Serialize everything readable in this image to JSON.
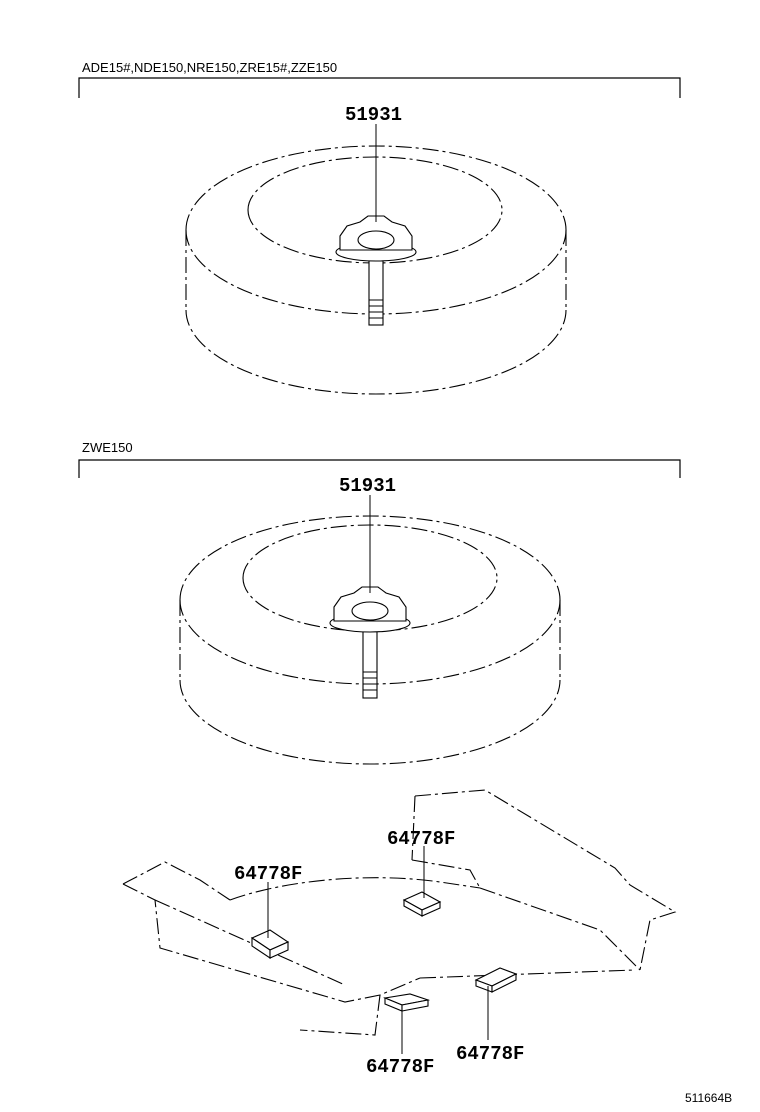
{
  "sections": [
    {
      "header": "ADE15#,NDE150,NRE150,ZRE15#,ZZE150",
      "callout": "51931"
    },
    {
      "header": "ZWE150",
      "callout": "51931"
    }
  ],
  "floor": {
    "callouts": [
      "64778F",
      "64778F",
      "64778F",
      "64778F"
    ]
  },
  "drawing_number": "511664B"
}
